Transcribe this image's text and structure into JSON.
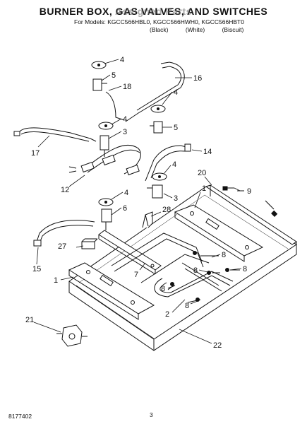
{
  "header": {
    "title": "BURNER BOX, GAS VALVES, AND SWITCHES",
    "title_overlay": "Assigned Parts",
    "models_line": "For Models: KGCC566HBL0, KGCC566HWH0, KGCC566HBT0",
    "colors": [
      "(Black)",
      "(White)",
      "(Biscuit)"
    ]
  },
  "callouts": {
    "c4a": "4",
    "c5a": "5",
    "c18": "18",
    "c16": "16",
    "c4b": "4",
    "c5b": "5",
    "c4c": "4",
    "c3a": "3",
    "c17": "17",
    "c14": "14",
    "c4d": "4",
    "c12": "12",
    "c20": "20",
    "c3b": "3",
    "c4e": "4",
    "c9": "9",
    "c1a": "1",
    "c6": "6",
    "c28": "28",
    "c27": "27",
    "c8a": "8",
    "c7": "7",
    "c8b": "8",
    "c8c": "8",
    "c15": "15",
    "c1b": "1",
    "c8d": "8",
    "c8e": "8",
    "c2": "2",
    "c21": "21",
    "c22": "22"
  },
  "footer": {
    "code": "8177402",
    "page": "3"
  }
}
